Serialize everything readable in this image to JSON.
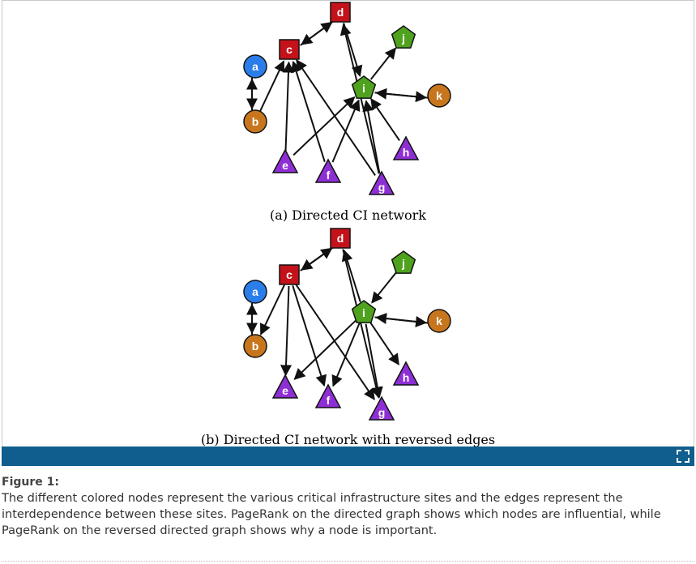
{
  "figure": {
    "subfigures": [
      {
        "caption": "(a) Directed CI network",
        "nodes": [
          {
            "id": "a",
            "label": "a",
            "shape": "circle",
            "color": "#2b7de9"
          },
          {
            "id": "b",
            "label": "b",
            "shape": "circle",
            "color": "#c8761e"
          },
          {
            "id": "c",
            "label": "c",
            "shape": "square",
            "color": "#c4121a"
          },
          {
            "id": "d",
            "label": "d",
            "shape": "square",
            "color": "#c4121a"
          },
          {
            "id": "e",
            "label": "e",
            "shape": "triangle",
            "color": "#8e2fd6"
          },
          {
            "id": "f",
            "label": "f",
            "shape": "triangle",
            "color": "#8e2fd6"
          },
          {
            "id": "g",
            "label": "g",
            "shape": "triangle",
            "color": "#8e2fd6"
          },
          {
            "id": "h",
            "label": "h",
            "shape": "triangle",
            "color": "#8e2fd6"
          },
          {
            "id": "i",
            "label": "i",
            "shape": "pentagon",
            "color": "#4fa21e"
          },
          {
            "id": "j",
            "label": "j",
            "shape": "pentagon",
            "color": "#4fa21e"
          },
          {
            "id": "k",
            "label": "k",
            "shape": "circle",
            "color": "#c8761e"
          }
        ],
        "edges": [
          [
            "a",
            "b"
          ],
          [
            "b",
            "a"
          ],
          [
            "b",
            "c"
          ],
          [
            "c",
            "d"
          ],
          [
            "d",
            "c"
          ],
          [
            "d",
            "i"
          ],
          [
            "e",
            "c"
          ],
          [
            "e",
            "i"
          ],
          [
            "f",
            "c"
          ],
          [
            "f",
            "i"
          ],
          [
            "g",
            "c"
          ],
          [
            "g",
            "d"
          ],
          [
            "g",
            "i"
          ],
          [
            "h",
            "i"
          ],
          [
            "i",
            "j"
          ],
          [
            "i",
            "k"
          ],
          [
            "k",
            "i"
          ]
        ]
      },
      {
        "caption": "(b) Directed CI network with reversed edges",
        "nodes": [
          {
            "id": "a",
            "label": "a",
            "shape": "circle",
            "color": "#2b7de9"
          },
          {
            "id": "b",
            "label": "b",
            "shape": "circle",
            "color": "#c8761e"
          },
          {
            "id": "c",
            "label": "c",
            "shape": "square",
            "color": "#c4121a"
          },
          {
            "id": "d",
            "label": "d",
            "shape": "square",
            "color": "#c4121a"
          },
          {
            "id": "e",
            "label": "e",
            "shape": "triangle",
            "color": "#8e2fd6"
          },
          {
            "id": "f",
            "label": "f",
            "shape": "triangle",
            "color": "#8e2fd6"
          },
          {
            "id": "g",
            "label": "g",
            "shape": "triangle",
            "color": "#8e2fd6"
          },
          {
            "id": "h",
            "label": "h",
            "shape": "triangle",
            "color": "#8e2fd6"
          },
          {
            "id": "i",
            "label": "i",
            "shape": "pentagon",
            "color": "#4fa21e"
          },
          {
            "id": "j",
            "label": "j",
            "shape": "pentagon",
            "color": "#4fa21e"
          },
          {
            "id": "k",
            "label": "k",
            "shape": "circle",
            "color": "#c8761e"
          }
        ],
        "edges": [
          [
            "b",
            "a"
          ],
          [
            "a",
            "b"
          ],
          [
            "c",
            "b"
          ],
          [
            "d",
            "c"
          ],
          [
            "c",
            "d"
          ],
          [
            "i",
            "d"
          ],
          [
            "c",
            "e"
          ],
          [
            "i",
            "e"
          ],
          [
            "c",
            "f"
          ],
          [
            "i",
            "f"
          ],
          [
            "c",
            "g"
          ],
          [
            "d",
            "g"
          ],
          [
            "i",
            "g"
          ],
          [
            "i",
            "h"
          ],
          [
            "j",
            "i"
          ],
          [
            "k",
            "i"
          ],
          [
            "i",
            "k"
          ]
        ]
      }
    ]
  },
  "figure_caption": {
    "title": "Figure 1:",
    "text": "The different colored nodes represent the various critical infrastructure sites and the edges represent the interdependence between these sites. PageRank on the directed graph shows which nodes are influential, while PageRank on the reversed directed graph shows why a node is important."
  },
  "toolbar": {
    "expand_icon": "expand-icon"
  }
}
